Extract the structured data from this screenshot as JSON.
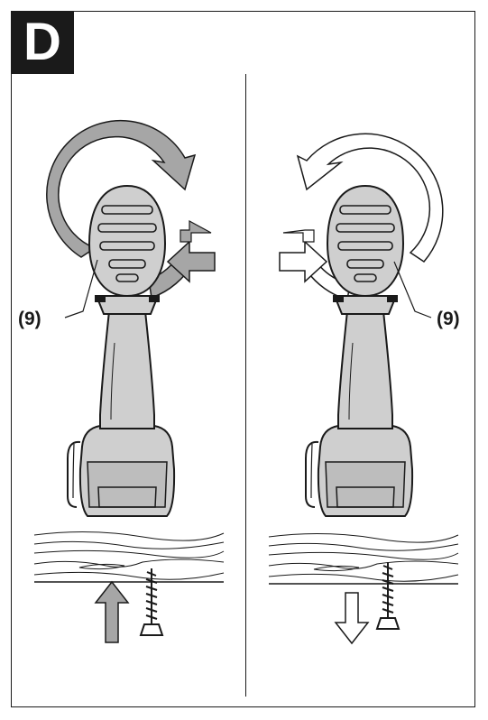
{
  "figure": {
    "badge_letter": "D",
    "left_panel": {
      "callout": "(9)"
    },
    "right_panel": {
      "callout": "(9)"
    }
  },
  "colors": {
    "outline": "#1a1a1a",
    "fill_gray": "#a6a6a6",
    "drill_body": "#cfcfcf",
    "background": "#ffffff"
  },
  "icons": [
    "clockwise-rotation-arrow",
    "counterclockwise-rotation-arrow",
    "push-arrow",
    "up-arrow",
    "down-arrow",
    "screw",
    "wood-grain"
  ]
}
